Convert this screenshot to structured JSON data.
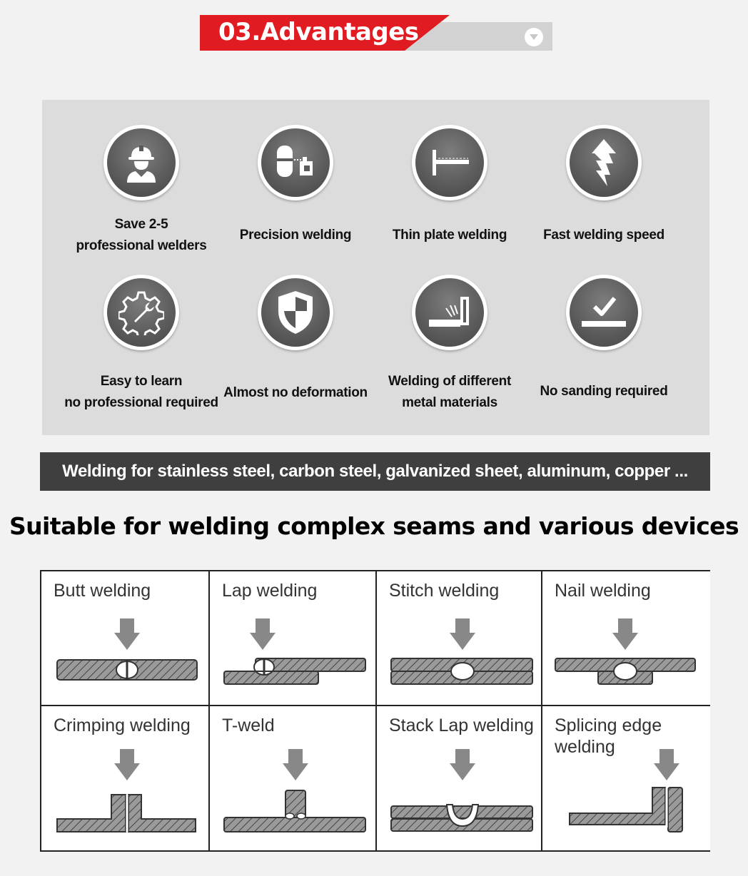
{
  "header": {
    "title": "03.Advantages",
    "chevron_icon": "chevron-down-icon"
  },
  "advantages": [
    {
      "label": "Save 2-5\nprofessional welders",
      "icon": "worker-helmet-icon"
    },
    {
      "label": "Precision welding",
      "icon": "precision-welding-icon"
    },
    {
      "label": "Thin plate welding",
      "icon": "thin-plate-icon"
    },
    {
      "label": "Fast welding speed",
      "icon": "lightning-arrow-icon"
    },
    {
      "label": "Easy to learn\nno professional required",
      "icon": "gear-wrench-icon"
    },
    {
      "label": "Almost no deformation",
      "icon": "shield-icon"
    },
    {
      "label": "Welding of different\nmetal materials",
      "icon": "metal-plates-icon"
    },
    {
      "label": "No sanding required",
      "icon": "checkmark-surface-icon"
    }
  ],
  "materials_bar": "Welding for stainless steel, carbon steel, galvanized sheet, aluminum, copper ...",
  "subtitle": "Suitable for welding complex seams and various devices",
  "weld_types": [
    {
      "label": "Butt welding"
    },
    {
      "label": "Lap welding"
    },
    {
      "label": "Stitch welding"
    },
    {
      "label": "Nail welding"
    },
    {
      "label": "Crimping welding"
    },
    {
      "label": "T-weld"
    },
    {
      "label": "Stack Lap welding"
    },
    {
      "label": "Splicing edge\nwelding"
    }
  ],
  "colors": {
    "accent_red": "#e11b22",
    "bar_dark": "#3f3f3f",
    "panel_gray": "#dcdcdc"
  }
}
